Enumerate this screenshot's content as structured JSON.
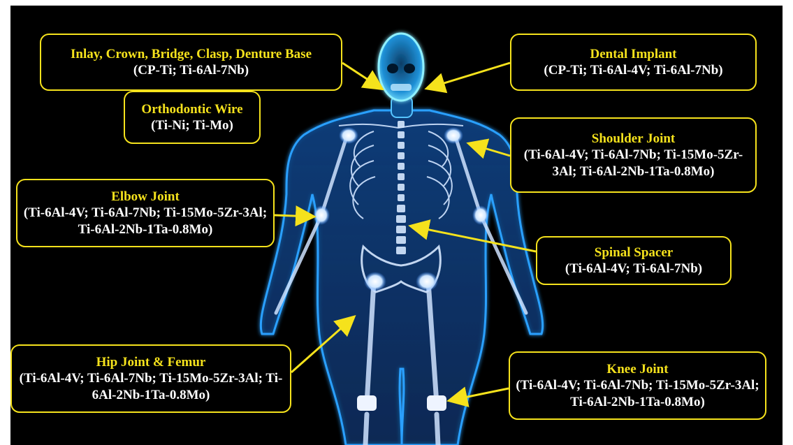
{
  "colors": {
    "background": "#000000",
    "callout_border": "#f5e21c",
    "callout_title": "#f5e21c",
    "callout_text": "#ffffff",
    "arrow": "#f5e21c",
    "body_glow": "#1f8fff",
    "bone": "#dfe8ff",
    "implant_highlight": "#ffffff"
  },
  "callouts": {
    "denture": {
      "title": "Inlay, Crown, Bridge, Clasp, Denture Base",
      "alloys": "(CP-Ti; Ti-6Al-7Nb)"
    },
    "orthodontic": {
      "title": "Orthodontic Wire",
      "alloys": "(Ti-Ni; Ti-Mo)"
    },
    "dental_implant": {
      "title": "Dental Implant",
      "alloys": "(CP-Ti; Ti-6Al-4V; Ti-6Al-7Nb)"
    },
    "shoulder": {
      "title": "Shoulder Joint",
      "alloys": "(Ti-6Al-4V; Ti-6Al-7Nb; Ti-15Mo-5Zr-3Al; Ti-6Al-2Nb-1Ta-0.8Mo)"
    },
    "elbow": {
      "title": "Elbow Joint",
      "alloys": "(Ti-6Al-4V; Ti-6Al-7Nb; Ti-15Mo-5Zr-3Al; Ti-6Al-2Nb-1Ta-0.8Mo)"
    },
    "spinal": {
      "title": "Spinal Spacer",
      "alloys": "(Ti-6Al-4V; Ti-6Al-7Nb)"
    },
    "hip": {
      "title": "Hip Joint & Femur",
      "alloys": "(Ti-6Al-4V; Ti-6Al-7Nb; Ti-15Mo-5Zr-3Al; Ti-6Al-2Nb-1Ta-0.8Mo)"
    },
    "knee": {
      "title": "Knee Joint",
      "alloys": "(Ti-6Al-4V; Ti-6Al-7Nb; Ti-15Mo-5Zr-3Al; Ti-6Al-2Nb-1Ta-0.8Mo)"
    }
  }
}
